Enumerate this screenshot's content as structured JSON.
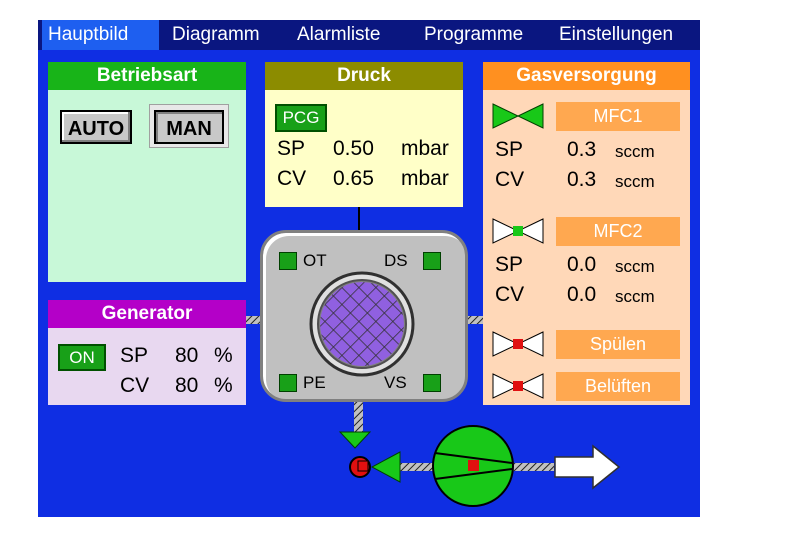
{
  "menu": {
    "items": [
      {
        "label": "Hauptbild",
        "active": true
      },
      {
        "label": "Diagramm",
        "active": false
      },
      {
        "label": "Alarmliste",
        "active": false
      },
      {
        "label": "Programme",
        "active": false
      },
      {
        "label": "Einstellungen",
        "active": false
      }
    ]
  },
  "betriebsart": {
    "title": "Betriebsart",
    "auto_label": "AUTO",
    "man_label": "MAN",
    "selected": "MAN"
  },
  "druck": {
    "title": "Druck",
    "badge": "PCG",
    "sp_label": "SP",
    "sp_value": "0.50",
    "sp_unit": "mbar",
    "cv_label": "CV",
    "cv_value": "0.65",
    "cv_unit": "mbar"
  },
  "generator": {
    "title": "Generator",
    "on_label": "ON",
    "sp_label": "SP",
    "sp_value": "80",
    "sp_unit": "%",
    "cv_label": "CV",
    "cv_value": "80",
    "cv_unit": "%"
  },
  "gasversorgung": {
    "title": "Gasversorgung",
    "mfc1": {
      "label": "MFC1",
      "sp_label": "SP",
      "sp_value": "0.3",
      "sp_unit": "sccm",
      "cv_label": "CV",
      "cv_value": "0.3",
      "cv_unit": "sccm",
      "valve_state": "open"
    },
    "mfc2": {
      "label": "MFC2",
      "sp_label": "SP",
      "sp_value": "0.0",
      "sp_unit": "sccm",
      "cv_label": "CV",
      "cv_value": "0.0",
      "cv_unit": "sccm",
      "valve_state": "ready"
    },
    "spuelen": {
      "label": "Spülen",
      "valve_state": "closed"
    },
    "belueften": {
      "label": "Belüften",
      "valve_state": "closed"
    }
  },
  "chamber": {
    "sensors": {
      "ot": "OT",
      "ds": "DS",
      "pe": "PE",
      "vs": "VS"
    }
  },
  "colors": {
    "screen_bg": "#0f2ee3",
    "menubar_bg": "#0a1680",
    "active_menu": "#1e5ff0",
    "betriebsart_header": "#18b418",
    "betriebsart_body": "#c8f8d8",
    "druck_header": "#8c8c00",
    "druck_body": "#ffffc8",
    "generator_header": "#b400c8",
    "generator_body": "#e8d8f0",
    "gas_header": "#ff9020",
    "gas_body": "#ffd8b8",
    "valve_green": "#18c818",
    "valve_red": "#e01010"
  },
  "icons": [
    "valve-open-icon",
    "valve-closed-icon",
    "pump-icon",
    "arrow-right-icon",
    "wafer-icon"
  ]
}
